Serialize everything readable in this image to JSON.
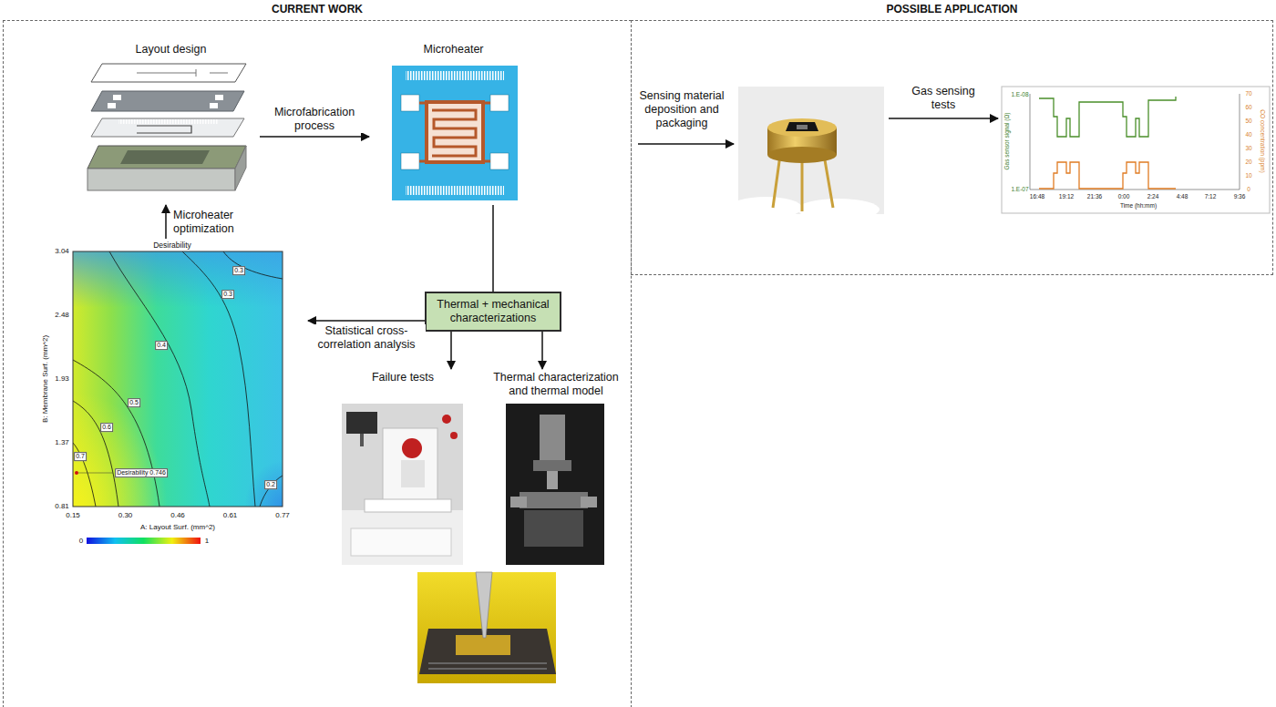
{
  "diagram": {
    "nodes": [
      {
        "text": [
          "CURRENT WORK"
        ]
      },
      {
        "text": [
          "POSSIBLE APPLICATION"
        ]
      },
      {
        "text": [
          "Layout design"
        ],
        "in": 0
      },
      {
        "text": [
          "Microheater"
        ],
        "in": 0
      },
      {
        "text": [
          "Desirability"
        ],
        "in": 0
      },
      {
        "text": [
          "Thermal + mechanical characterizations"
        ],
        "in": 0
      },
      {
        "text": [
          "Failure tests"
        ],
        "in": 0
      },
      {
        "text": [
          "Thermal characterization and thermal model"
        ],
        "in": 0
      }
    ],
    "edges": [
      {
        "from": 2,
        "to": 3,
        "label": "Microfabrication process",
        "arrow": "to"
      },
      {
        "from": 3,
        "to": 5,
        "arrow": "none"
      },
      {
        "from": 5,
        "to": 6,
        "arrow": "to"
      },
      {
        "from": 5,
        "to": 7,
        "arrow": "to"
      },
      {
        "from": 5,
        "to": 4,
        "label": "Statistical cross-correlation analysis",
        "arrow": "to"
      },
      {
        "from": 4,
        "to": 2,
        "label": "Microheater optimization",
        "arrow": "to"
      }
    ],
    "labels": [
      "Sensing material deposition and packaging",
      "Gas sensing tests",
      "3.04",
      "2.48",
      "1.93",
      "1.37",
      "0.81",
      "0.15",
      "0.30",
      "0.46",
      "0.61",
      "0.77",
      "B: Membrane Surf. (mm^2)",
      "A: Layout Surf. (mm^2)",
      "0.3",
      "0.3",
      "0.4",
      "0.5",
      "0.6",
      "0.7",
      "Desirability 0.746",
      "0.2",
      "0",
      "1",
      "1.E-08",
      "1.E-07",
      "Gas sensor signal (Ω)",
      "CO concentration (ppm)",
      "70",
      "60",
      "50",
      "40",
      "30",
      "20",
      "10",
      "0",
      "16:48",
      "19:12",
      "21:36",
      "0:00",
      "2:24",
      "4:48",
      "7:12",
      "9:36",
      "Time (hh:mm)"
    ]
  }
}
